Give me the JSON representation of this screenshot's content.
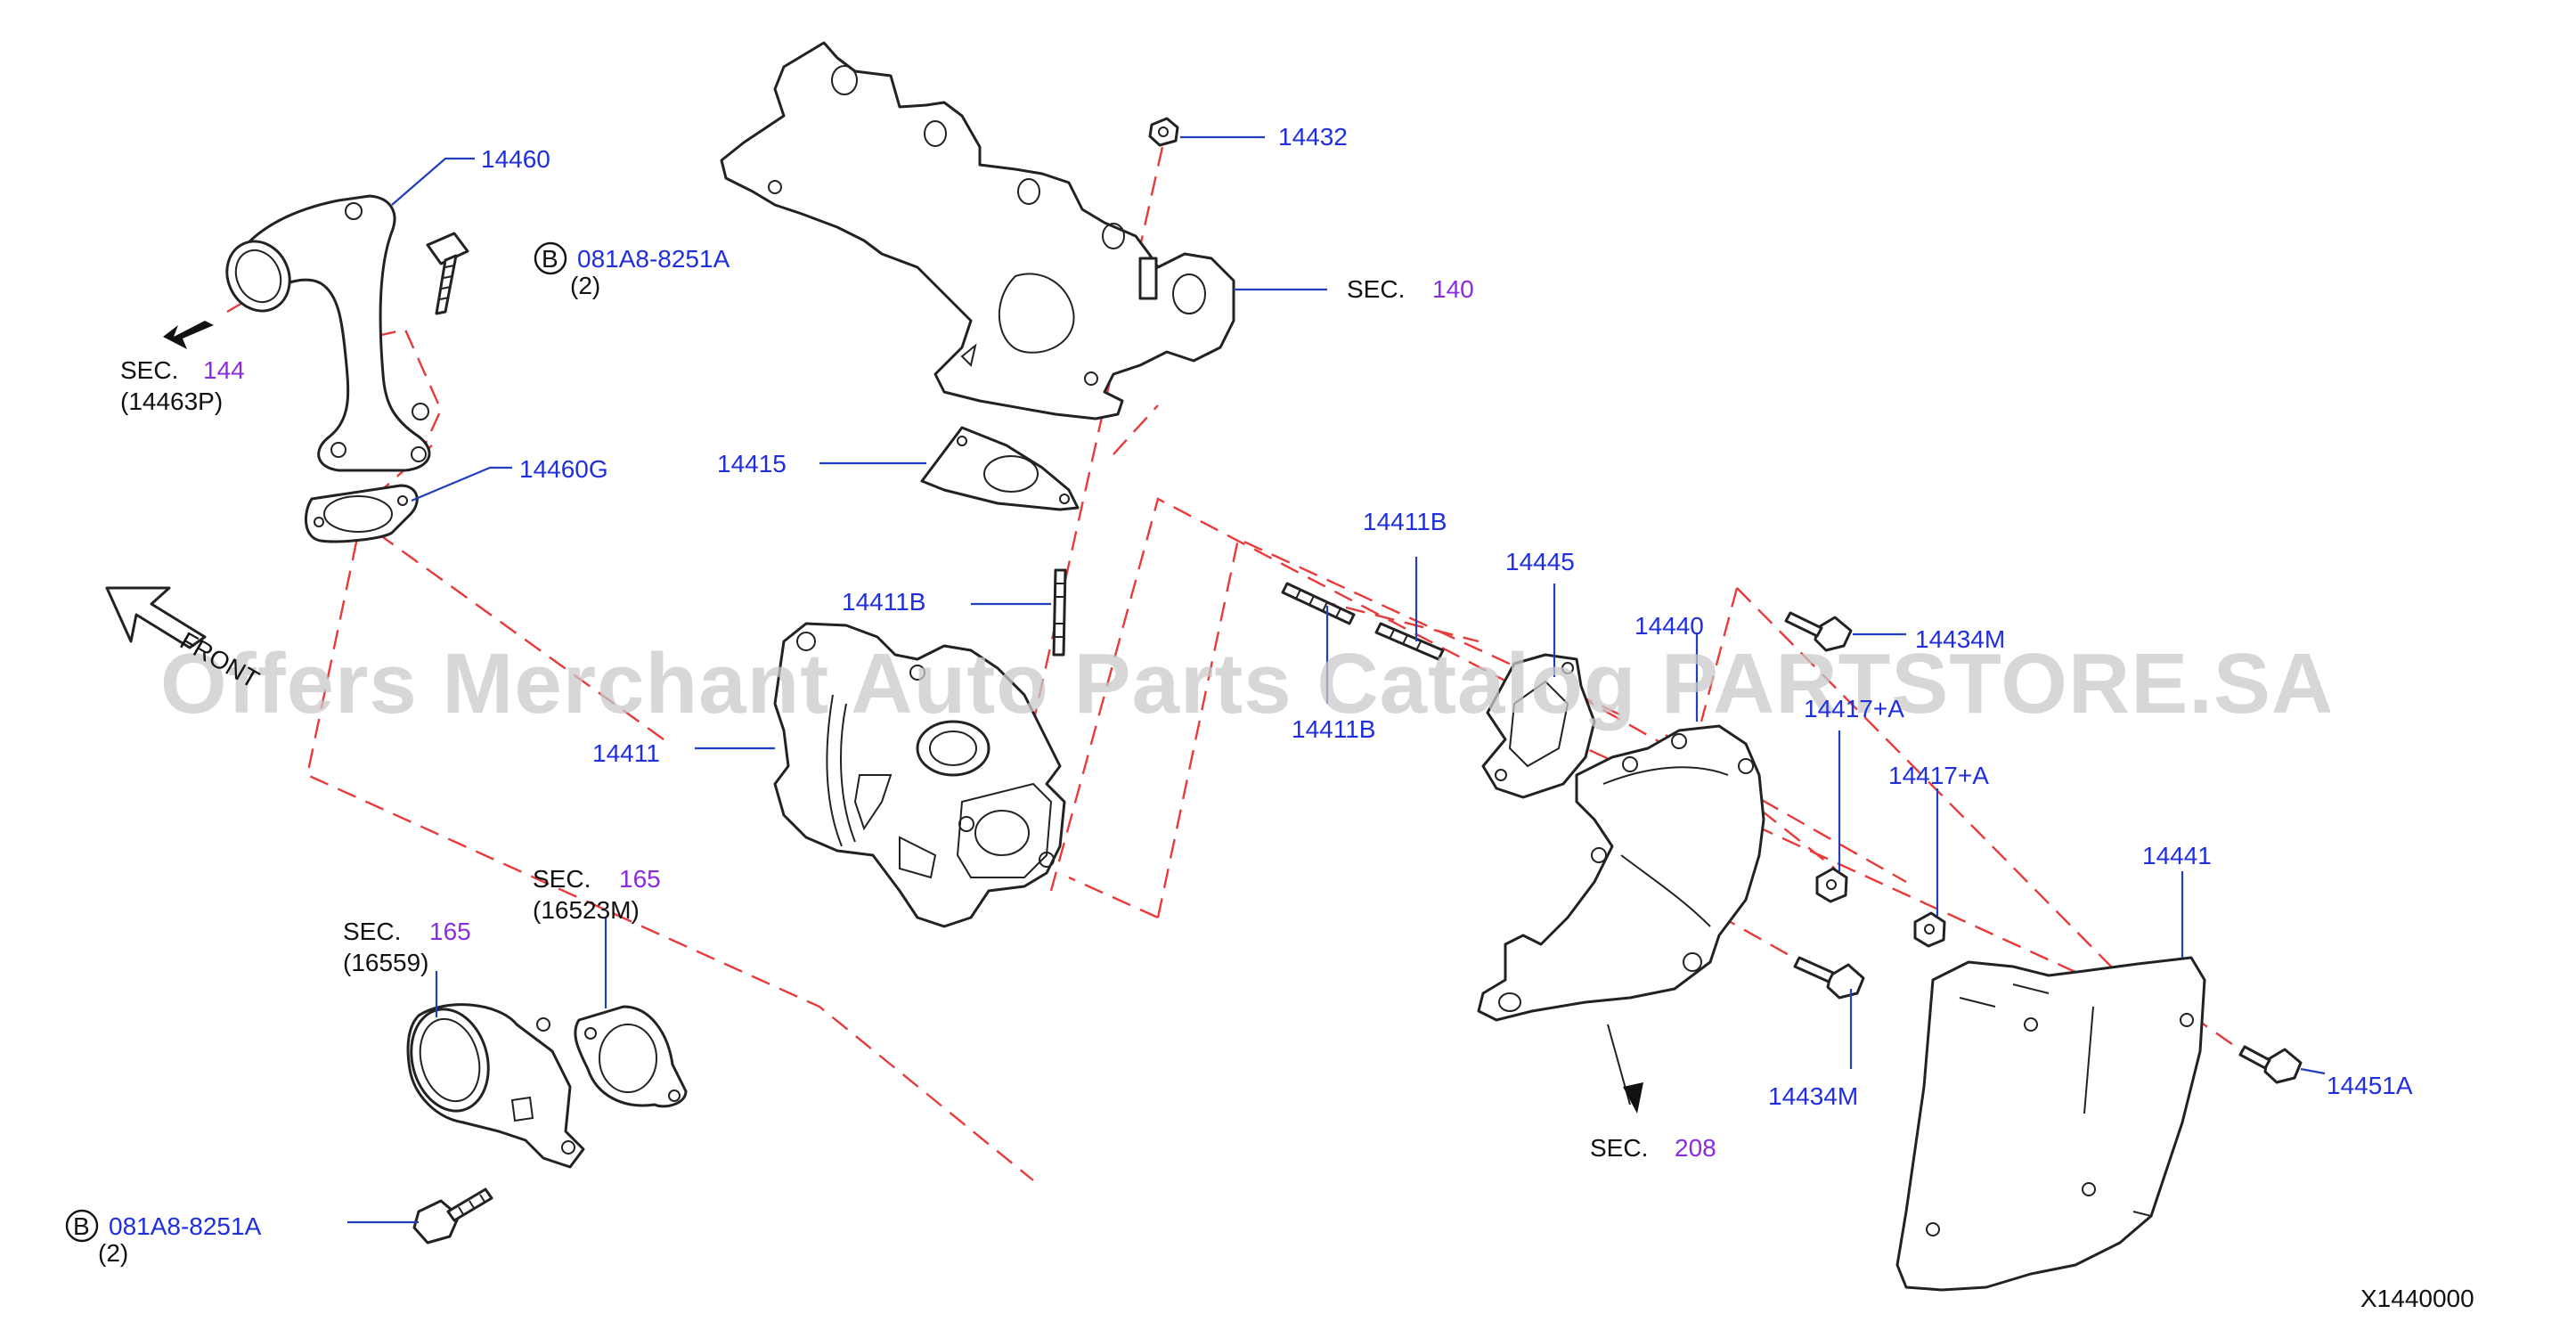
{
  "watermark": "Offers Merchant Auto Parts Catalog PARTSTORE.SA",
  "diagram_code": "X1440000",
  "front_label": "FRONT",
  "sec_word": "SEC.",
  "part_labels": {
    "p14460": "14460",
    "p14460G": "14460G",
    "p14432": "14432",
    "p14415": "14415",
    "p14411B_a": "14411B",
    "p14411B_b": "14411B",
    "p14411B_c": "14411B",
    "p14411": "14411",
    "p14445": "14445",
    "p14440": "14440",
    "p14434M_a": "14434M",
    "p14434M_b": "14434M",
    "p14417A_a": "14417+A",
    "p14417A_b": "14417+A",
    "p14441": "14441",
    "p14451A": "14451A"
  },
  "bolt_callouts": {
    "top": {
      "badge": "B",
      "code": "081A8-8251A",
      "qty": "(2)"
    },
    "bottom": {
      "badge": "B",
      "code": "081A8-8251A",
      "qty": "(2)"
    }
  },
  "section_refs": {
    "s144": {
      "num": "144",
      "sub": "(14463P)"
    },
    "s140": {
      "num": "140"
    },
    "s165a": {
      "num": "165",
      "sub": "(16559)"
    },
    "s165b": {
      "num": "165",
      "sub": "(16523M)"
    },
    "s208": {
      "num": "208"
    }
  },
  "colors": {
    "label": "#1f2fe0",
    "section_number": "#8a2be2",
    "dashed_line": "#e83a3a",
    "outline": "#222222",
    "watermark": "#c9c9c9"
  }
}
